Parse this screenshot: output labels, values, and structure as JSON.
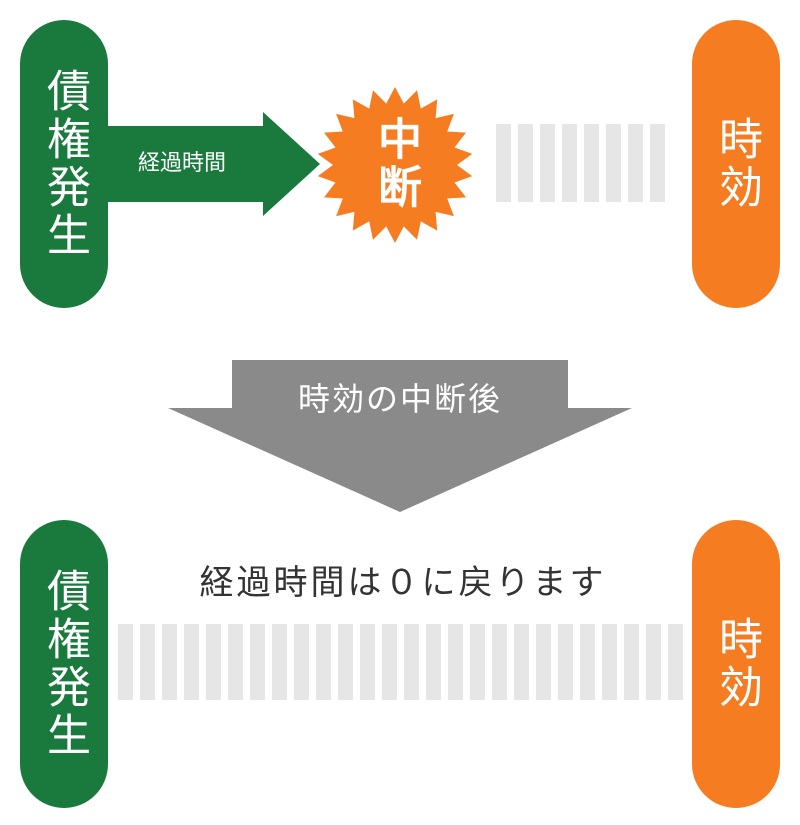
{
  "colors": {
    "green": "#1a7a3e",
    "orange": "#f57c20",
    "gray_arrow": "#8a8a8a",
    "stripe": "#e6e6e6",
    "text_dark": "#333333"
  },
  "top": {
    "start_label": "債権発生",
    "arrow_label": "経過時間",
    "interrupt_label": "中断",
    "end_label": "時効"
  },
  "transition": {
    "label": "時効の中断後"
  },
  "bottom": {
    "start_label": "債権発生",
    "result_text": "経過時間は０に戻ります",
    "end_label": "時効"
  }
}
